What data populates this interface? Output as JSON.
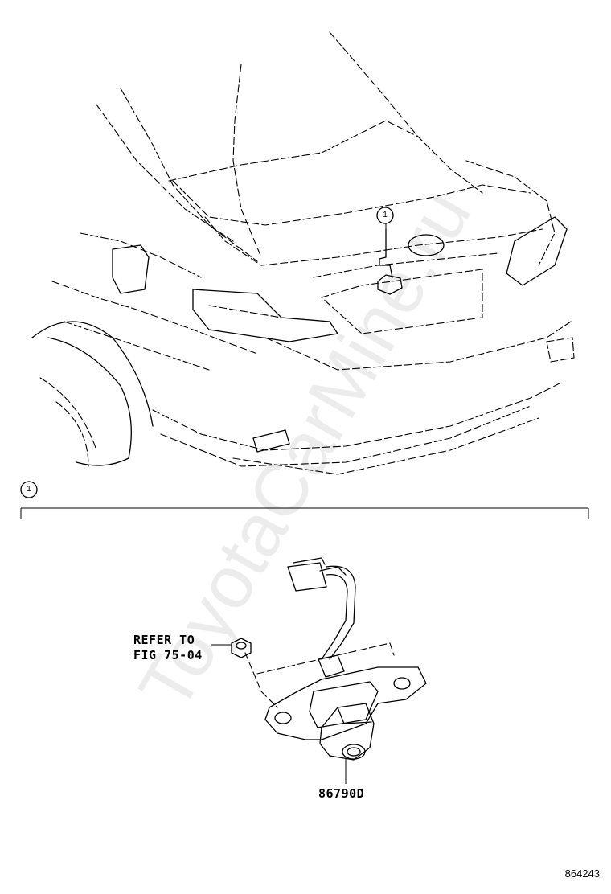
{
  "watermark": "ToyotaCarMine.ru",
  "callouts": {
    "overview_index": "1",
    "section_index": "1",
    "refer_line1": "REFER TO",
    "refer_line2": "FIG 75-04",
    "part_number": "86790D"
  },
  "figure_id": "864243",
  "icons": [
    "rear-camera-assembly-icon",
    "clip-nut-icon",
    "connector-icon"
  ],
  "colors": {
    "line": "#000000",
    "background": "#ffffff",
    "watermark": "#aaaaaa"
  }
}
